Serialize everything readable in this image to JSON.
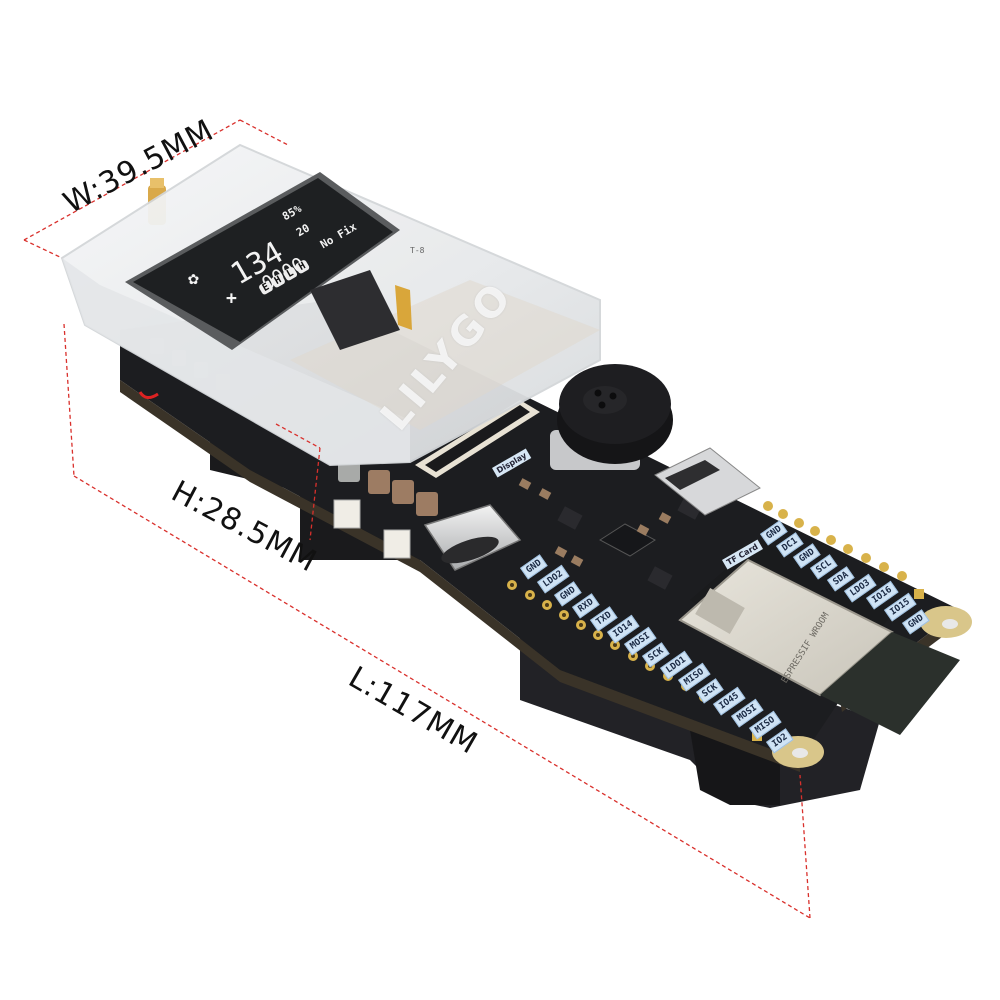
{
  "product": {
    "brand_mark": "LILYGO",
    "board_model_mark": "T-8",
    "module_mark": "ESPRESSIF WROOM"
  },
  "dimensions": {
    "width_label": "W:39.5MM",
    "height_label": "H:28.5MM",
    "length_label": "L:117MM",
    "line_color": "#d9302c"
  },
  "oled_display": {
    "main_number": "134",
    "sub_number": "0000",
    "battery": "85%",
    "satellites": "20",
    "gps_status": "No Fix",
    "mode_badges": [
      "E",
      "H",
      "L",
      "H"
    ]
  },
  "silkscreen": {
    "display_connector": "Display",
    "sd_slot": "TF Card"
  },
  "pin_labels": {
    "front_row": [
      "GND",
      "LDO2",
      "GND",
      "RXD",
      "TXD",
      "IO14",
      "MOSI",
      "SCK",
      "LDO1",
      "MISO",
      "SCK",
      "IO45",
      "MOSI",
      "MISO",
      "IO2"
    ],
    "back_row": [
      "GND",
      "DC1",
      "GND",
      "SCL",
      "SDA",
      "LDO3",
      "IO16",
      "IO15",
      "GND"
    ]
  },
  "colors": {
    "pcb": "#1c1d20",
    "pcb_edge": "#2a2b2f",
    "gold": "#d8b24a",
    "pin_label_bg": "#cfe3f5",
    "case": "#eceef0",
    "oled_bg": "#1e2022",
    "module_shield": "#d9d6cc"
  }
}
